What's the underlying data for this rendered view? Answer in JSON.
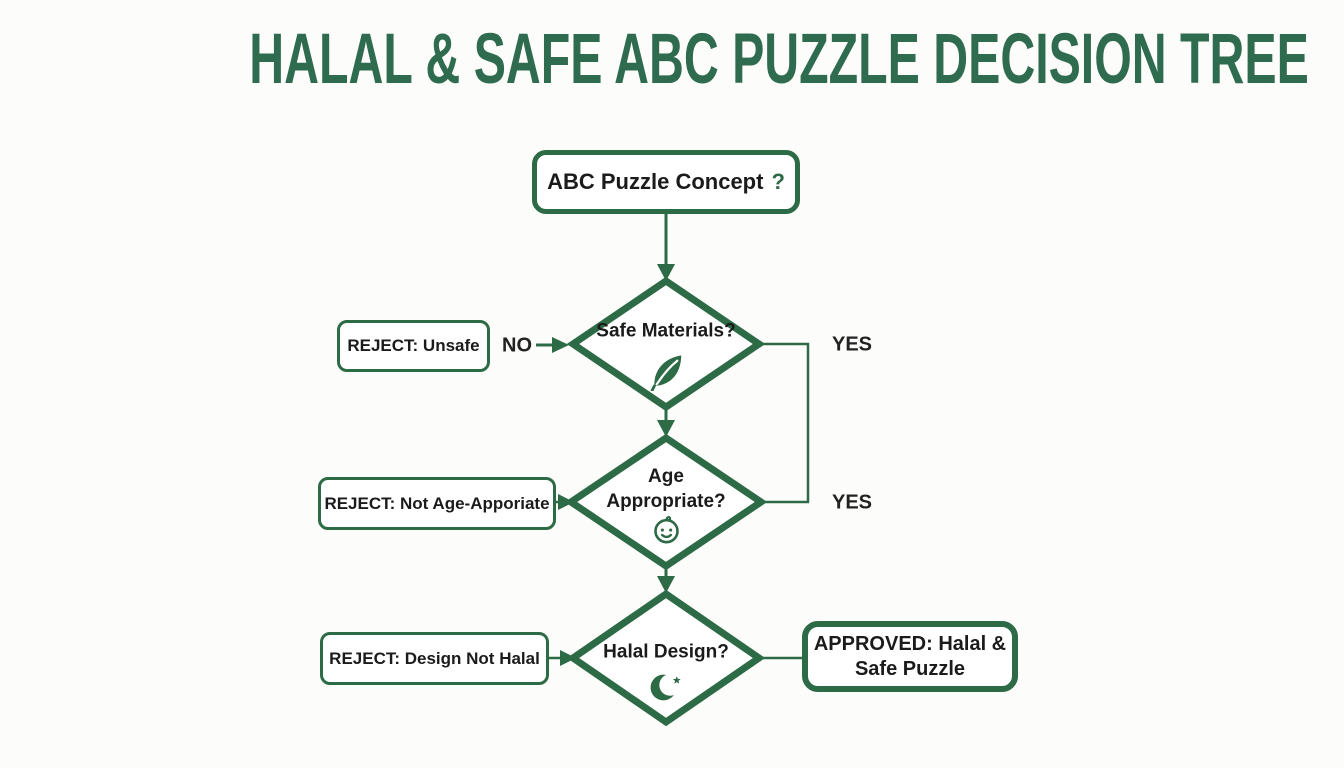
{
  "title": "HALAL & SAFE ABC PUZZLE DECISION TREE",
  "colors": {
    "green": "#2D6A46",
    "text": "#1B1B1B",
    "bg": "#FCFCFA",
    "title_green": "#2E6B4F"
  },
  "concept": {
    "label": "ABC Puzzle Concept",
    "mark": "?"
  },
  "decisions": [
    {
      "question": "Safe Materials?",
      "icon": "leaf-icon"
    },
    {
      "line1": "Age",
      "line2": "Appropriate?",
      "icon": "baby-icon"
    },
    {
      "question": "Halal Design?",
      "icon": "crescent-star-icon"
    }
  ],
  "edge_labels": {
    "no": "NO",
    "yes_top": "YES",
    "yes_mid": "YES"
  },
  "outcomes": {
    "reject_unsafe": "REJECT: Unsafe",
    "reject_age": "REJECT: Not Age-Apporiate",
    "reject_halal": "REJECT: Design Not Halal",
    "approved_line1": "APPROVED: Halal &",
    "approved_line2": "Safe Puzzle"
  }
}
